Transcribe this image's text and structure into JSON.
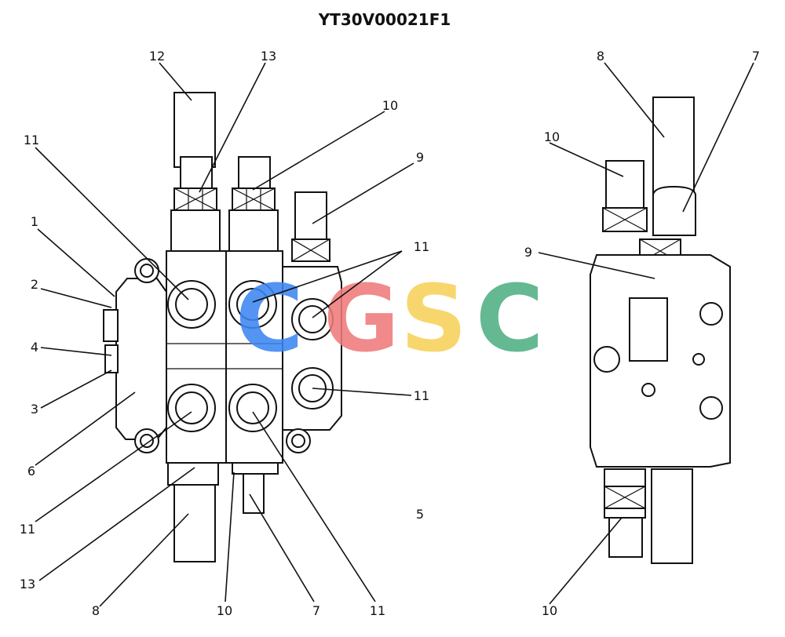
{
  "title": "YT30V00021F1",
  "watermark": {
    "letters": [
      {
        "char": "C",
        "color": "#3d86f2"
      },
      {
        "char": "G",
        "color": "#f07a7a"
      },
      {
        "char": "S",
        "color": "#f7d25a"
      },
      {
        "char": "C",
        "color": "#4fb083"
      }
    ]
  },
  "callouts": [
    "12",
    "13",
    "10",
    "9",
    "11",
    "1",
    "2",
    "4",
    "3",
    "6",
    "11",
    "11",
    "5",
    "11",
    "13",
    "8",
    "10",
    "7",
    "11",
    "8",
    "7",
    "10",
    "9",
    "10"
  ],
  "colors": {
    "line": "#111111",
    "background": "#ffffff"
  }
}
